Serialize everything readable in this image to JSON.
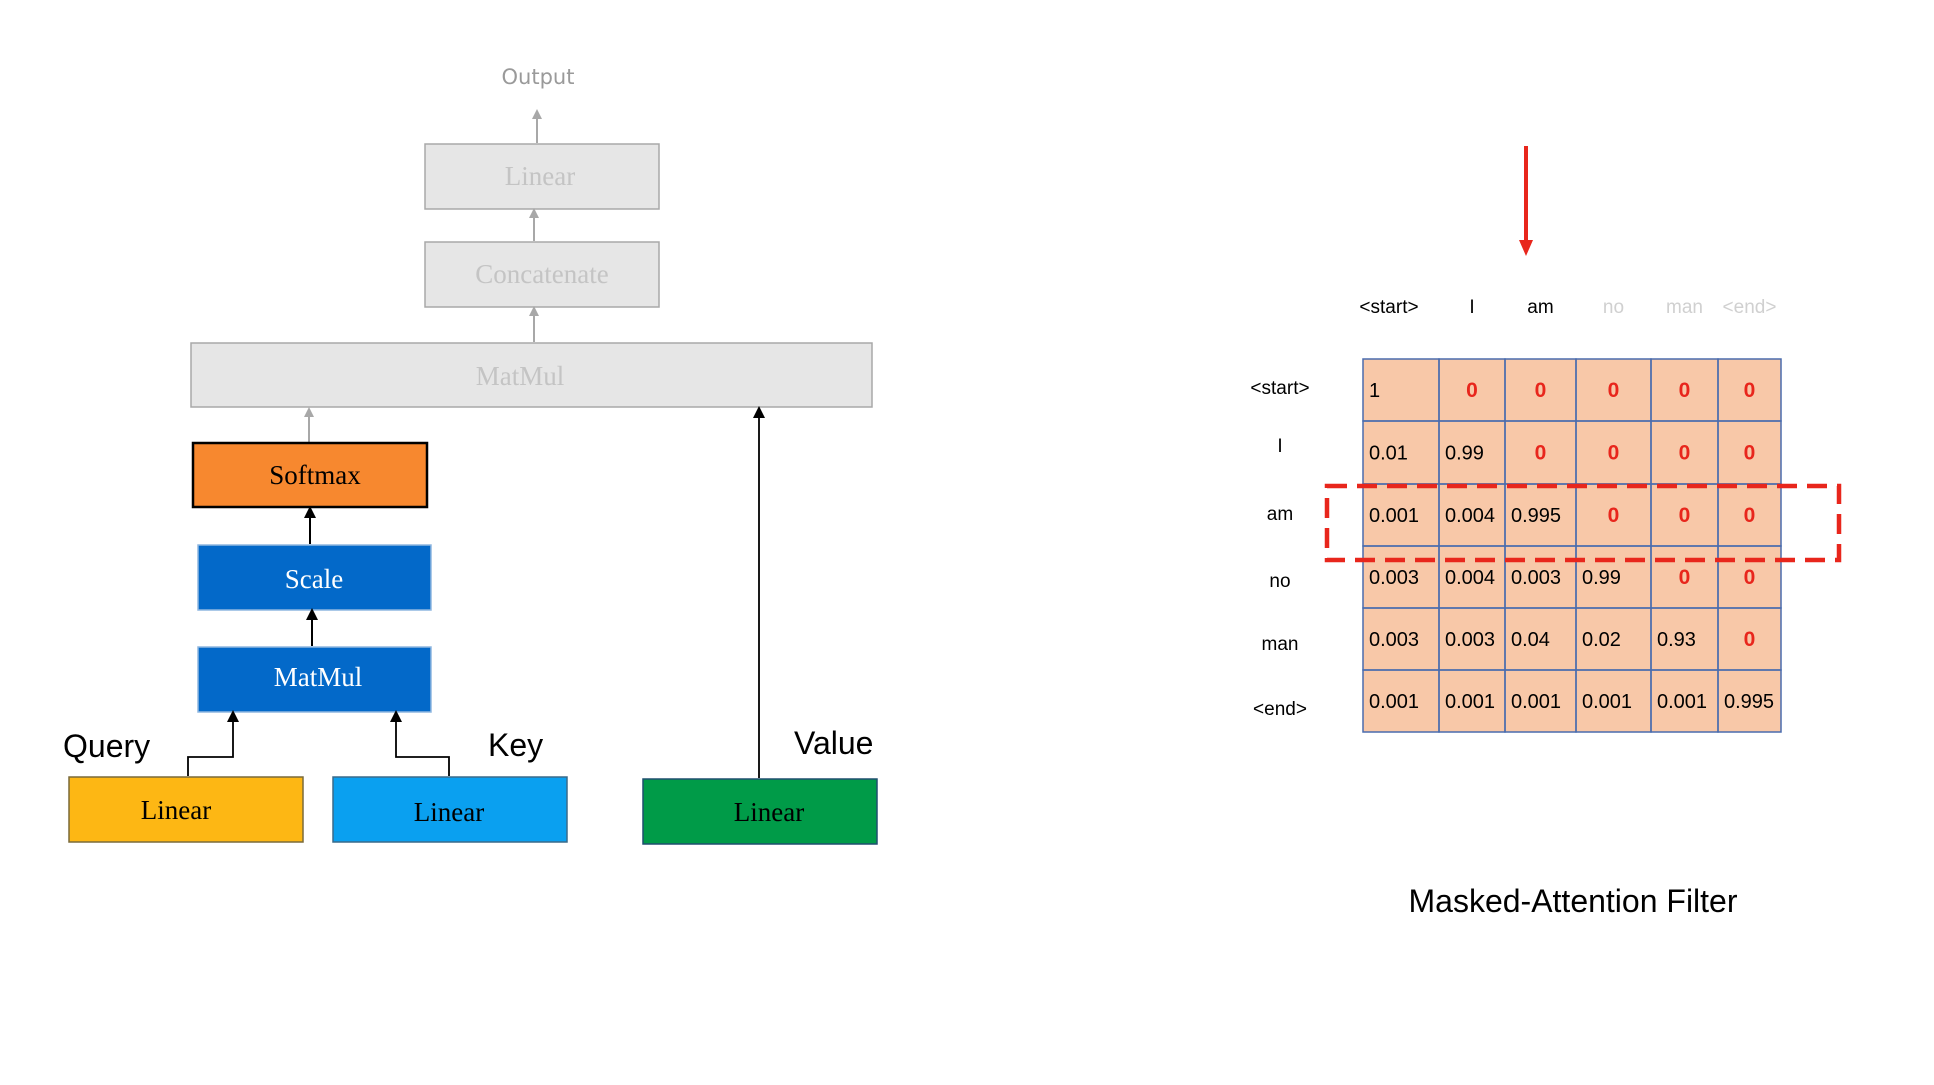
{
  "diagram": {
    "output_label": "Output",
    "top_linear": "Linear",
    "concatenate": "Concatenate",
    "top_matmul": "MatMul",
    "softmax": "Softmax",
    "scale": "Scale",
    "matmul": "MatMul",
    "query_label": "Query",
    "key_label": "Key",
    "value_label": "Value",
    "query_linear": "Linear",
    "key_linear": "Linear",
    "value_linear": "Linear"
  },
  "matrix": {
    "title": "Masked-Attention Filter",
    "column_headers": [
      "<start>",
      "I",
      "am",
      "no",
      "man",
      "<end>"
    ],
    "row_headers": [
      "<start>",
      "I",
      "am",
      "no",
      "man",
      "<end>"
    ],
    "cells": [
      [
        "1",
        "0",
        "0",
        "0",
        "0",
        "0"
      ],
      [
        "0.01",
        "0.99",
        "0",
        "0",
        "0",
        "0"
      ],
      [
        "0.001",
        "0.004",
        "0.995",
        "0",
        "0",
        "0"
      ],
      [
        "0.003",
        "0.004",
        "0.003",
        "0.99",
        "0",
        "0"
      ],
      [
        "0.003",
        "0.003",
        "0.04",
        "0.02",
        "0.93",
        "0"
      ],
      [
        "0.001",
        "0.001",
        "0.001",
        "0.001",
        "0.001",
        "0.995"
      ]
    ],
    "highlighted_row": "am",
    "pointed_column": "am"
  },
  "colors": {
    "faded_box_fill": "#e6e6e6",
    "faded_box_stroke": "#a8a8a8",
    "faded_text": "#c4c4c4",
    "softmax": "#f7882f",
    "blue": "#0369c9",
    "query_linear": "#fdb714",
    "key_linear": "#0aa0f0",
    "value_linear": "#009b48",
    "matrix_fill": "#f8c8a8",
    "matrix_grid": "#4a6cae",
    "mask_zero": "#e8261c",
    "highlight": "#e8261c"
  }
}
